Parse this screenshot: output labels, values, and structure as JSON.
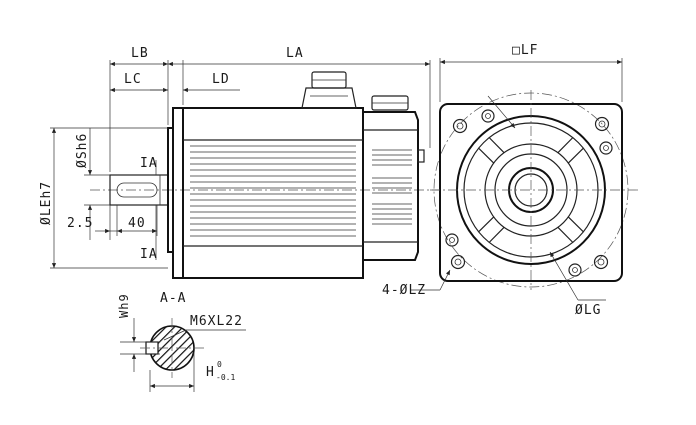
{
  "labels": {
    "lb": "LB",
    "la": "LA",
    "lf": "□LF",
    "lc": "LC",
    "ld": "LD",
    "ia_top": "IA",
    "ia_bottom": "IA",
    "sh6": "ØSh6",
    "leh7": "ØLEh7",
    "d25": "2.5",
    "d40": "40",
    "aa": "A-A",
    "wh9": "Wh9",
    "m6": "M6XL22",
    "h": "H",
    "h_sup": "0",
    "h_sub": "-0.1",
    "lz": "4-ØLZ",
    "lg": "ØLG"
  }
}
